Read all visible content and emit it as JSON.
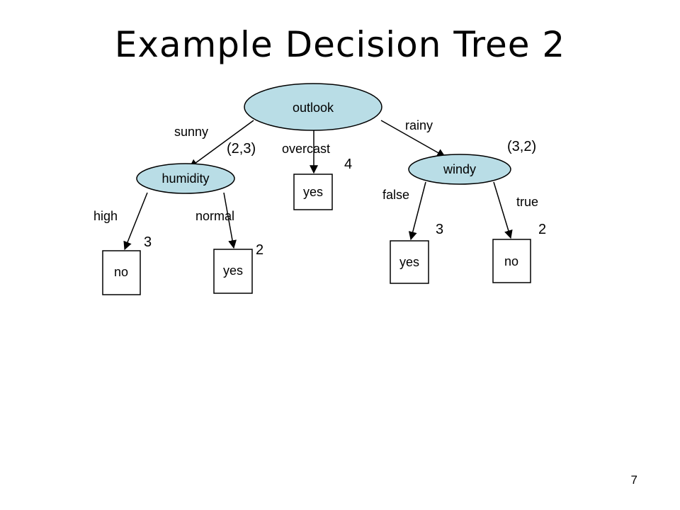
{
  "title": "Example Decision Tree 2",
  "page_number": "7",
  "colors": {
    "node_fill": "#b9dde6",
    "box_fill": "#ffffff",
    "stroke": "#000000"
  },
  "nodes": {
    "outlook": "outlook",
    "humidity": "humidity",
    "windy": "windy",
    "leaf_overcast": "yes",
    "leaf_high": "no",
    "leaf_normal": "yes",
    "leaf_false": "yes",
    "leaf_true": "no"
  },
  "edges": {
    "sunny": "sunny",
    "overcast": "overcast",
    "rainy": "rainy",
    "high": "high",
    "normal": "normal",
    "false": "false",
    "true": "true"
  },
  "counts": {
    "sunny": "(2,3)",
    "overcast": "4",
    "rainy": "(3,2)",
    "high": "3",
    "normal": "2",
    "false": "3",
    "true": "2"
  }
}
